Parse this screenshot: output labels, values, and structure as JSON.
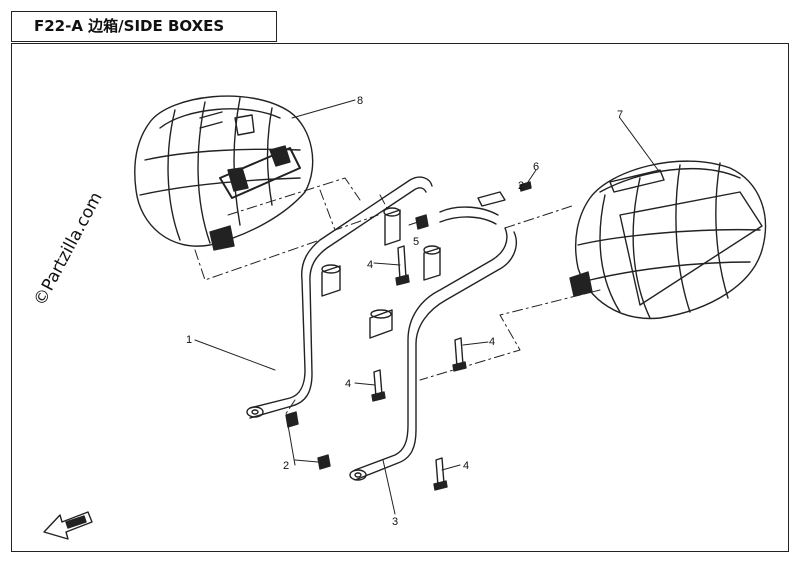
{
  "header": {
    "title": "F22-A  边箱/SIDE BOXES"
  },
  "watermark": {
    "text": "©Partzilla.com"
  },
  "callouts": {
    "p1": "1",
    "p2": "2",
    "p3": "3",
    "p4": "4",
    "p5": "5",
    "p6": "6",
    "p7": "7",
    "p8": "8",
    "p2b": "2",
    "p4b": "4",
    "p4c": "4",
    "p4d": "4"
  },
  "icons": {
    "direction_arrow": "front-direction-arrow-icon"
  },
  "colors": {
    "line": "#222222",
    "background": "#ffffff"
  }
}
